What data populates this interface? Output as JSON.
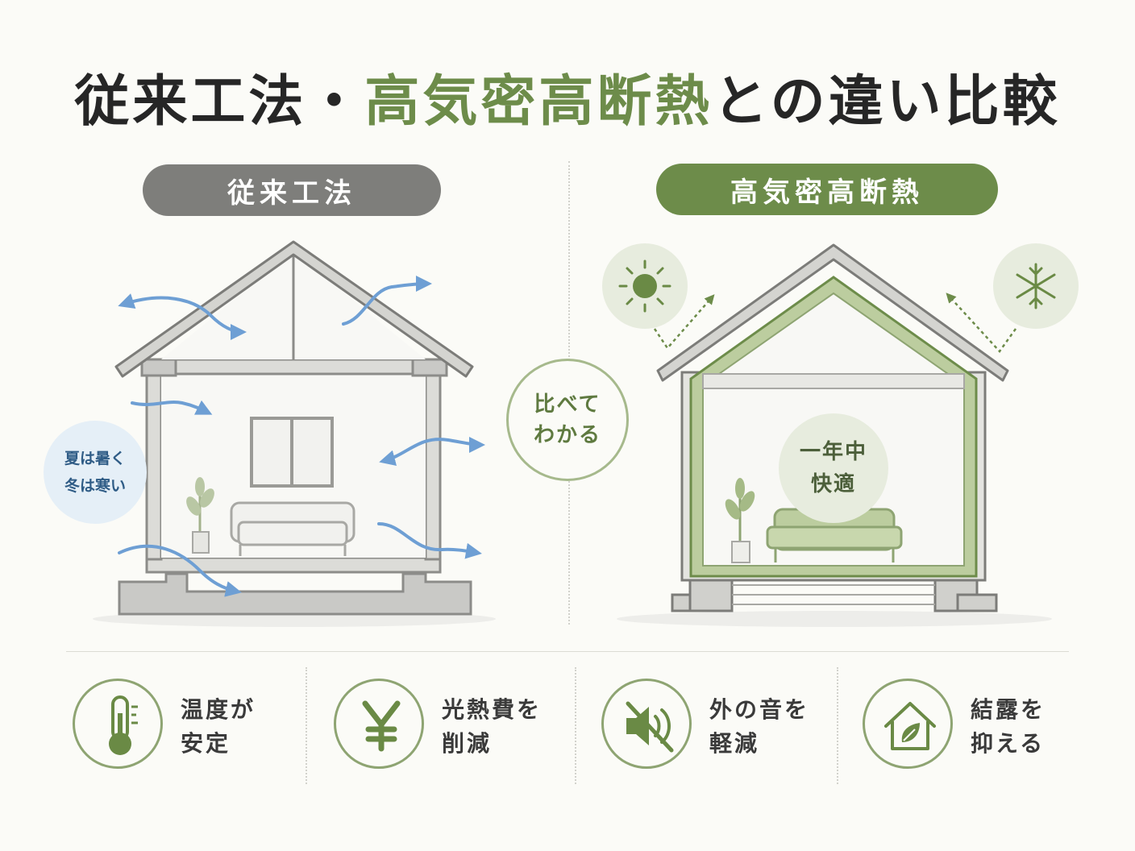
{
  "title": {
    "part1": "従来工法・",
    "part2": "高気密高断熱",
    "part3": "との違い比較"
  },
  "colors": {
    "accent_green": "#6d8c4a",
    "gray_pill": "#7e7e7b",
    "airflow_blue": "#6e9fd4",
    "background": "#fbfbf7"
  },
  "left_panel": {
    "label": "従来工法",
    "bubble": {
      "line1": "夏は暑く",
      "line2": "冬は寒い"
    }
  },
  "right_panel": {
    "label": "高気密高断熱",
    "bubble": {
      "line1": "一年中",
      "line2": "快適"
    },
    "icons": [
      "sun-icon",
      "snowflake-icon"
    ]
  },
  "center_bubble": {
    "line1": "比べて",
    "line2": "わかる"
  },
  "features": [
    {
      "icon": "thermometer-icon",
      "line1": "温度が",
      "line2": "安定"
    },
    {
      "icon": "yen-icon",
      "line1": "光熱費を",
      "line2": "削減"
    },
    {
      "icon": "muted-speaker-icon",
      "line1": "外の音を",
      "line2": "軽減"
    },
    {
      "icon": "leaf-house-icon",
      "line1": "結露を",
      "line2": "抑える"
    }
  ]
}
